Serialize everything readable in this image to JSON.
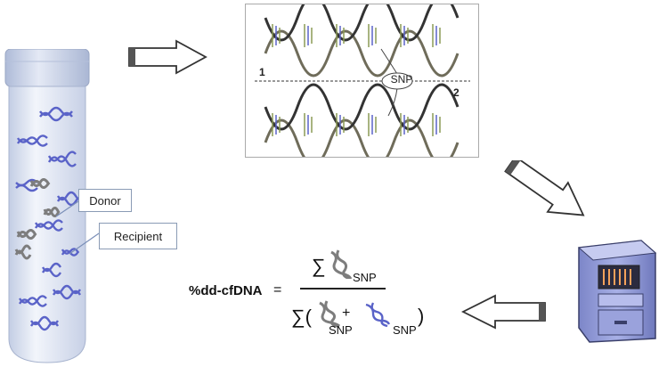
{
  "labels": {
    "donor": "Donor",
    "recipient": "Recipient",
    "snp_center": "SNP",
    "strand_1": "1",
    "strand_2": "2"
  },
  "formula": {
    "lhs": "%dd-cfDNA",
    "equals": "=",
    "numerator_sum": "∑",
    "numerator_sub": "SNP",
    "denominator_sum": "∑(",
    "plus": "+",
    "denominator_sub_1": "SNP",
    "denominator_sub_2": "SNP",
    "close_paren": ")"
  },
  "colors": {
    "recipient_dna": "#5a63c8",
    "donor_dna": "#8a8a8a",
    "tube_body": "#dfe6f4",
    "tube_cap": "#c9d4ea",
    "arrow_outline": "#444444",
    "machine_body": "#8e98d6"
  },
  "icons": [
    "test-tube-icon",
    "dna-helix-icon",
    "sequencer-machine-icon",
    "arrow-icon"
  ]
}
